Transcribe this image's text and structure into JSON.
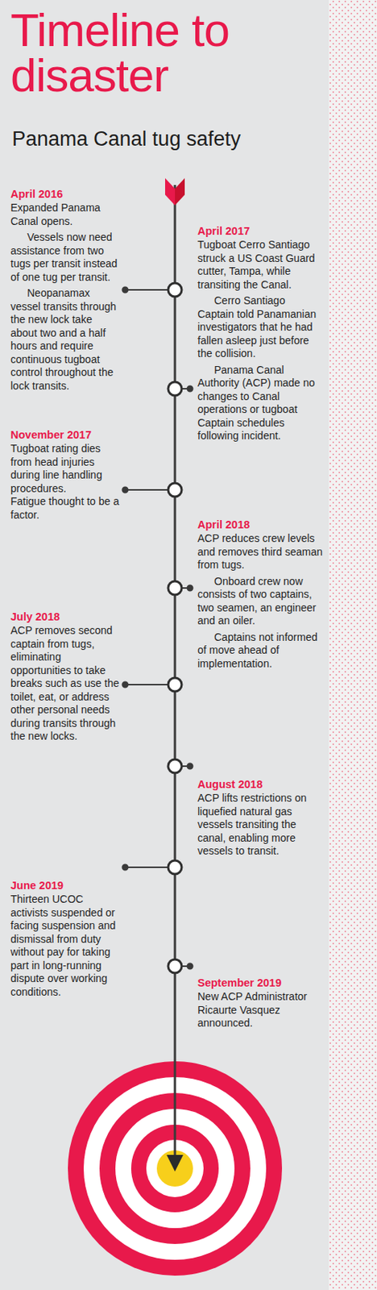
{
  "diagram": {
    "title": "Timeline to disaster",
    "labels": [
      "Panama Canal tug safety",
      "April 2016",
      "Expanded Panama Canal opens.",
      "Vessels now need assistance from two tugs per transit instead of one tug per transit.",
      "Neopanamax vessel transits through the new lock take about two and a half hours and require continuous tugboat control throughout the lock transits.",
      "April 2017",
      "Tugboat Cerro Santiago struck a US Coast Guard cutter, Tampa, while transiting the Canal.",
      "Cerro Santiago Captain told Panamanian investigators that he had fallen asleep just before the collision.",
      "Panama Canal Authority (ACP) made no changes to Canal operations or tugboat Captain schedules following incident.",
      "November 2017",
      "Tugboat rating dies from head injuries during line handling procedures.",
      "Fatigue thought to be a factor.",
      "April 2018",
      "ACP reduces crew levels and removes third seaman from tugs.",
      "Onboard crew now consists of two captains, two seamen, an engineer and an oiler.",
      "Captains not informed of move ahead of implementation.",
      "July 2018",
      "ACP removes second captain from tugs, eliminating opportunities to take breaks such as use the toilet, eat, or address other personal needs during transits through the new locks.",
      "August 2018",
      "ACP lifts restrictions on liquefied natural gas vessels transiting the canal, enabling more vessels to transit.",
      "June 2019",
      "Thirteen UCOC activists suspended or facing suspension and dismissal from duty without pay for taking part in long-running dispute over working conditions.",
      "September 2019",
      "New ACP Administrator Ricaurte Vasquez announced."
    ]
  }
}
